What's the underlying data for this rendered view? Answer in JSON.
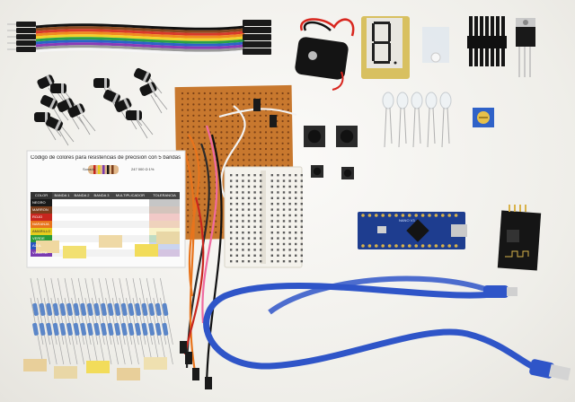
{
  "photo": {
    "background_color": "#f0efeb",
    "components": [
      {
        "name": "dupont-jumper-wire-ribbon",
        "colors": [
          "#111111",
          "#8a4a20",
          "#d83a2a",
          "#f08a20",
          "#f2d22a",
          "#2aa048",
          "#2a64c8",
          "#8a3ab8",
          "#9a9a9a",
          "#f5f5f5"
        ]
      },
      {
        "name": "electrolytic-capacitors",
        "count": 12
      },
      {
        "name": "9v-battery-snap-connector"
      },
      {
        "name": "seven-segment-display"
      },
      {
        "name": "heatsink"
      },
      {
        "name": "voltage-regulator-to220"
      },
      {
        "name": "copper-perfboard-pcb"
      },
      {
        "name": "leds",
        "count": 5
      },
      {
        "name": "trimmer-potentiometer",
        "color": "#2f62c8"
      },
      {
        "name": "tactile-pushbuttons",
        "count": 4
      },
      {
        "name": "resistor-color-code-card"
      },
      {
        "name": "mini-breadboard"
      },
      {
        "name": "arduino-nano-board",
        "color": "#1e3d8f"
      },
      {
        "name": "esp8266-wifi-module"
      },
      {
        "name": "loose-jumper-wires"
      },
      {
        "name": "resistors",
        "count": 40
      },
      {
        "name": "blue-usb-cable",
        "color": "#2f55c8"
      }
    ]
  },
  "color_code_card": {
    "title": "Código de colores para resistencias de precisión con 5 bandas",
    "serial_label": "Sonado",
    "example_value": "247 000 Ω  1%",
    "headers": [
      "COLOR",
      "BANDA 1",
      "BANDA 2",
      "BANDA 3",
      "MULTIPLICADOR",
      "TOLERANCIA"
    ],
    "rows": [
      {
        "label": "NEGRO",
        "color": "#1a1a1a"
      },
      {
        "label": "MARRON",
        "color": "#7a3d1c"
      },
      {
        "label": "ROJO",
        "color": "#c8261e"
      },
      {
        "label": "NARANJA",
        "color": "#e8741c"
      },
      {
        "label": "AMARILLO",
        "color": "#e6cc1e"
      },
      {
        "label": "VERDE",
        "color": "#2a9a3a"
      },
      {
        "label": "AZUL",
        "color": "#2a54c0"
      },
      {
        "label": "VIOLETA",
        "color": "#7a3ab0"
      }
    ]
  },
  "seven_segment": {
    "digit": "8"
  },
  "arduino_nano": {
    "silkscreen": "NANO V3"
  }
}
